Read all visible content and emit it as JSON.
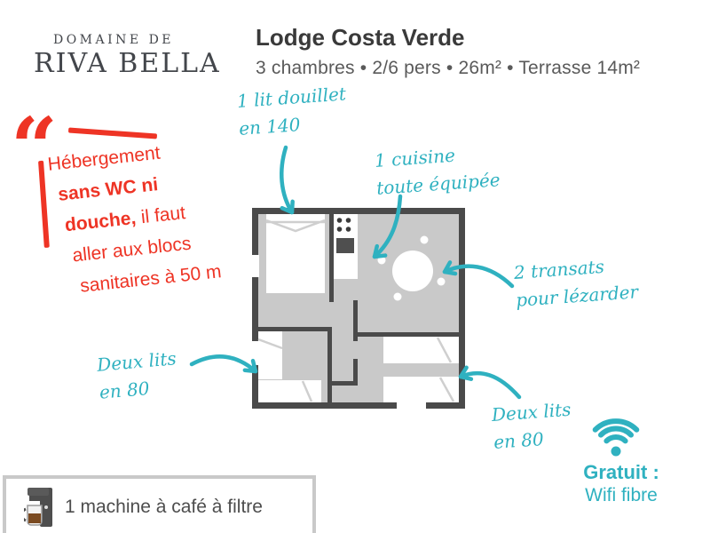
{
  "logo": {
    "line1": "DOMAINE DE",
    "line2": "RIVA BELLA"
  },
  "header": {
    "title": "Lodge Costa Verde",
    "subtitle": "3 chambres • 2/6 pers • 26m² • Terrasse 14m²"
  },
  "quote": {
    "mark": "“",
    "line1": "Hébergement",
    "line2": "sans WC ni",
    "line3_bold": "douche,",
    "line3_rest": " il faut",
    "line4": "aller aux blocs",
    "line5": "sanitaires à 50 m"
  },
  "annotations": {
    "bed_double": {
      "l1": "1 lit douillet",
      "l2": "en 140"
    },
    "kitchen": {
      "l1": "1 cuisine",
      "l2": "toute équipée"
    },
    "loungers": {
      "l1": "2 transats",
      "l2": "pour lézarder"
    },
    "twin_left": {
      "l1": "Deux lits",
      "l2": "en 80"
    },
    "twin_right": {
      "l1": "Deux lits",
      "l2": "en 80"
    }
  },
  "wifi": {
    "title": "Gratuit :",
    "subtitle": "Wifi fibre"
  },
  "coffee": {
    "label": "1 machine à café à filtre"
  },
  "colors": {
    "teal": "#2fb1c0",
    "red": "#ee3425",
    "wall": "#4a4a4a",
    "floor": "#c9c9c9"
  }
}
